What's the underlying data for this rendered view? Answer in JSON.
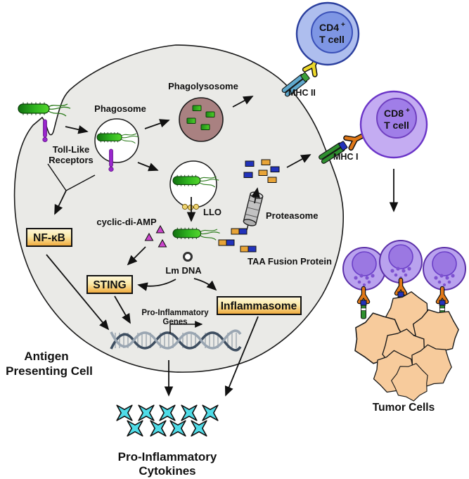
{
  "labels": {
    "phagosome": "Phagosome",
    "phagolysosome": "Phagolysosome",
    "toll_like_1": "Toll-Like",
    "toll_like_2": "Receptors",
    "nfkb": "NF-κB",
    "cyclic_di_amp": "cyclic-di-AMP",
    "sting": "STING",
    "llo": "LLO",
    "lm_dna": "Lm DNA",
    "inflammasome": "Inflammasome",
    "pro_genes_1": "Pro-Inflammatory",
    "pro_genes_2": "Genes",
    "proteasome": "Proteasome",
    "taa_fusion": "TAA Fusion Protein",
    "mhc2": "MHC II",
    "mhc1": "MHC I",
    "cd4_line1": "CD4",
    "cd4_sup": "+",
    "cd4_line2": "T cell",
    "cd8_line1": "CD8",
    "cd8_sup": "+",
    "cd8_line2": "T cell",
    "apc_1": "Antigen",
    "apc_2": "Presenting Cell",
    "tumor_cells": "Tumor Cells",
    "cytokines_1": "Pro-Inflammatory",
    "cytokines_2": "Cytokines"
  },
  "colors": {
    "apc_fill": "#EAEAE7",
    "phagolysosome_fill": "#A98181",
    "bacteria_green": "#2FB51F",
    "tlr_purple": "#9926CC",
    "box_gradient_top": "#FFF8DD",
    "box_gradient_bottom": "#F0A838",
    "cd4_body": "#AEBEEE",
    "cd4_nucleus": "#7E96E4",
    "cd8_body": "#C4ACF2",
    "cd8_nucleus": "#A07EE8",
    "effector_body": "#B9A2EE",
    "tumor_peach": "#F7CB9C",
    "cytokine_cyan": "#4FDCE8",
    "peptide_blue": "#2233BB",
    "peptide_orange": "#E8A437",
    "mhc2_teal": "#5FA8CC",
    "mhc1_green": "#2F8F2F",
    "tcr_yellow": "#EDD829",
    "tcr_orange": "#E07818",
    "cdamp_magenta": "#CC44CC"
  }
}
